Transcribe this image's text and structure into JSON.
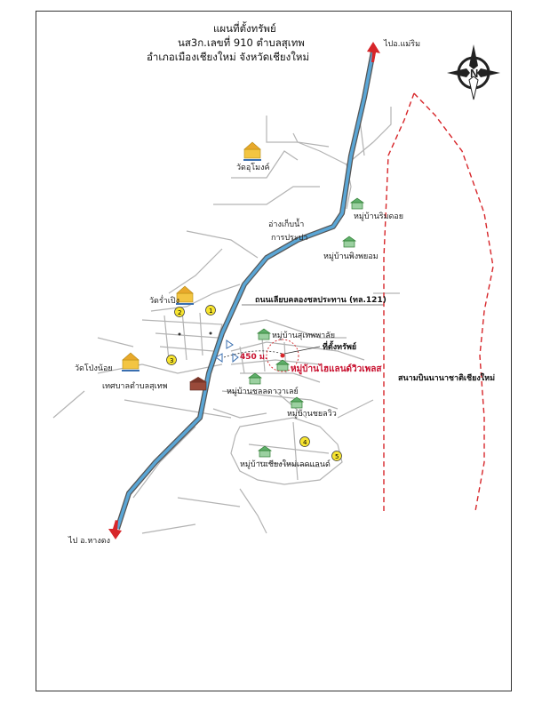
{
  "title": {
    "line1": "แผนที่ตั้งทรัพย์",
    "line2": "นส3ก.เลขที่ 910 ตำบลสุเทพ",
    "line3": "อำเภอเมืองเชียงใหม่ จังหวัดเชียงใหม่"
  },
  "road": {
    "to_north": "ไปอ.แม่ริม",
    "to_south": "ไป อ.หางดง",
    "canal_road": "ถนนเลียบคลองชลประทาน (ทล.121)"
  },
  "compass_letter": "N",
  "places": {
    "wat_umong": "วัดอุโมงค์",
    "wat_ram_poeng": "วัดร่ำเปิง",
    "wat_pong_noi": "วัดโป่งน้อย",
    "reservoir_line1": "อ่างเก็บน้ำ",
    "reservoir_line2": "การประปา",
    "village_rimdoi": "หมู่บ้านริมดอย",
    "village_phing_phayom": "หมู่บ้านพิงพยอม",
    "village_suthep_phalai": "หมู่บ้านสุเทพพาลัย",
    "village_chonlada": "หมู่บ้านชลลดาวาเลย์",
    "village_lake_view": "หมู่บ้านชยลวิว",
    "village_hillside": "หมู่บ้านเชียงใหม่เลคแลนด์",
    "municipality": "เทศบาลตำบลสุเทพ",
    "airport": "สนามบินนานาชาติเชียงใหม่"
  },
  "property": {
    "label": "ที่ตั้งทรัพย์",
    "project": "หมู่บ้านไฮแลนด์วิวเพลส",
    "distance": "450 ม."
  },
  "markers": [
    "1",
    "2",
    "3",
    "4",
    "5"
  ],
  "colors": {
    "highway": "#5aa6d6",
    "arrow": "#d7262a",
    "airport_border": "#d7262a",
    "property_text": "#c8102e"
  }
}
